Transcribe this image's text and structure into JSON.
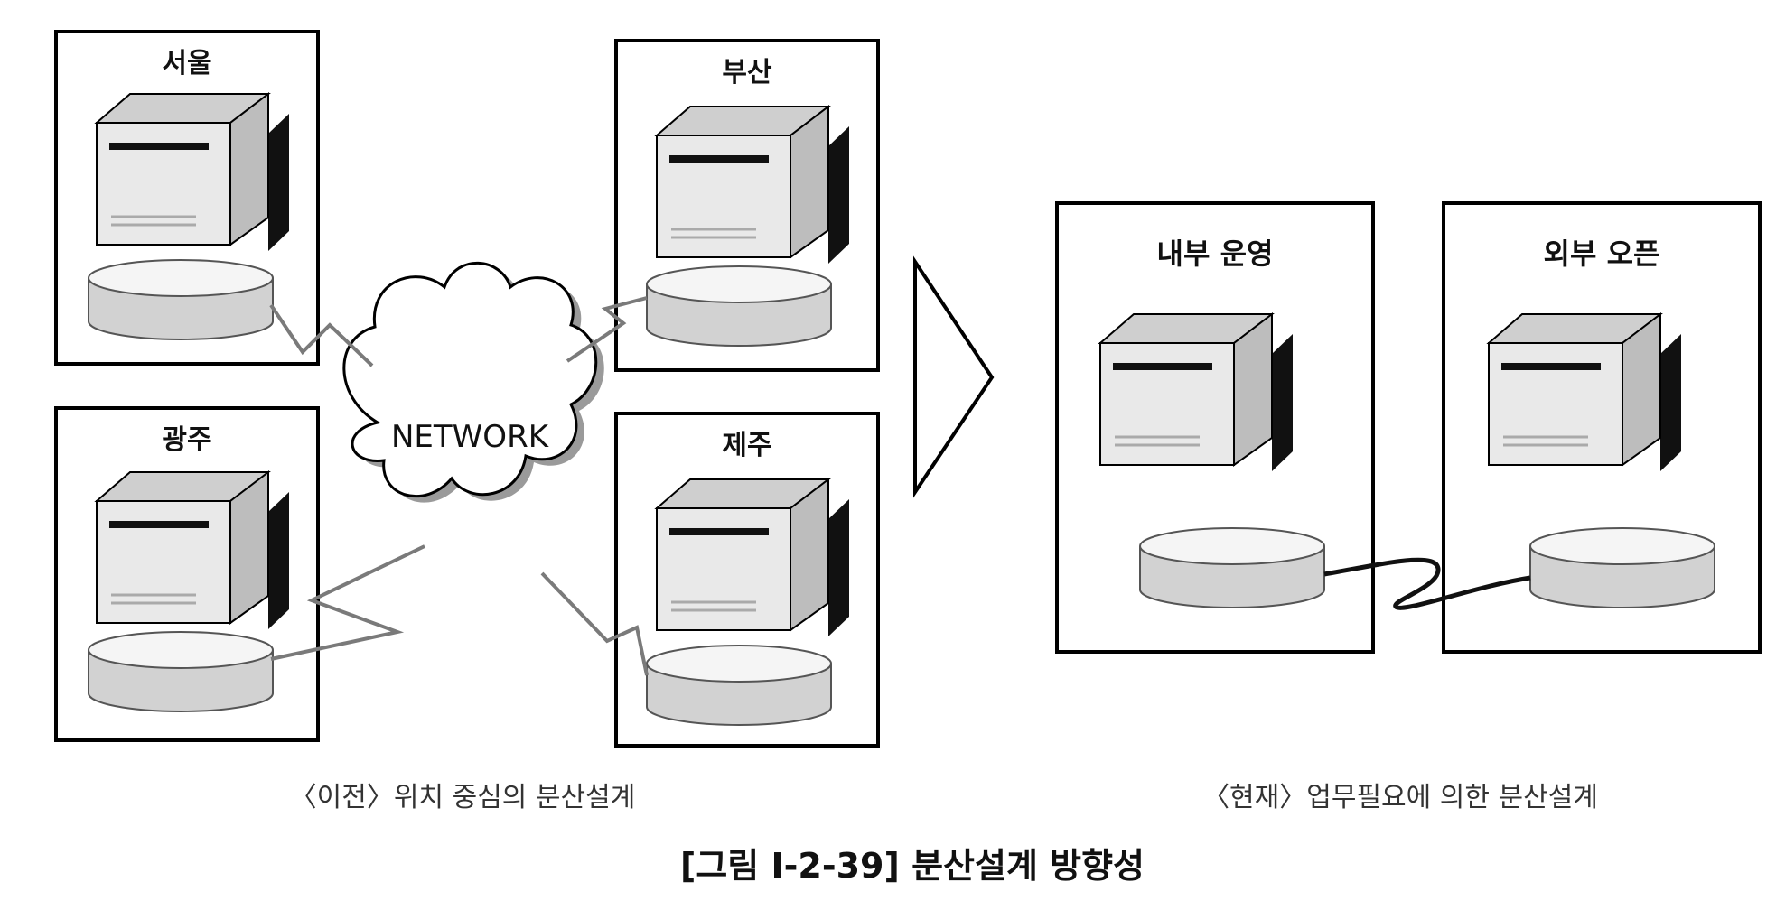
{
  "left_sites": [
    {
      "id": "seoul",
      "label": "서울"
    },
    {
      "id": "busan",
      "label": "부산"
    },
    {
      "id": "gwangju",
      "label": "광주"
    },
    {
      "id": "jeju",
      "label": "제주"
    }
  ],
  "network_label": "NETWORK",
  "right_sites": [
    {
      "id": "internal",
      "label": "내부 운영"
    },
    {
      "id": "external",
      "label": "외부 오픈"
    }
  ],
  "captions": {
    "left": "〈이전〉위치 중심의 분산설계",
    "right": "〈현재〉업무필요에 의한 분산설계"
  },
  "figure_title": "[그림 Ⅰ-2-39] 분산설계 방향성",
  "colors": {
    "line": "#000000",
    "server_front": "#e9e9e9",
    "server_top": "#cfcfcf",
    "server_side": "#bdbdbd",
    "disk_body": "#d2d2d2",
    "disk_top": "#f5f5f5"
  }
}
